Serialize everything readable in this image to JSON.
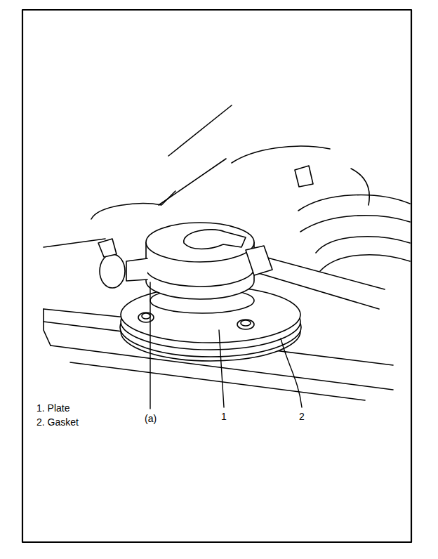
{
  "diagram": {
    "labels": [
      "1. Plate",
      "2. Gasket",
      "(a)",
      "1",
      "2"
    ]
  }
}
